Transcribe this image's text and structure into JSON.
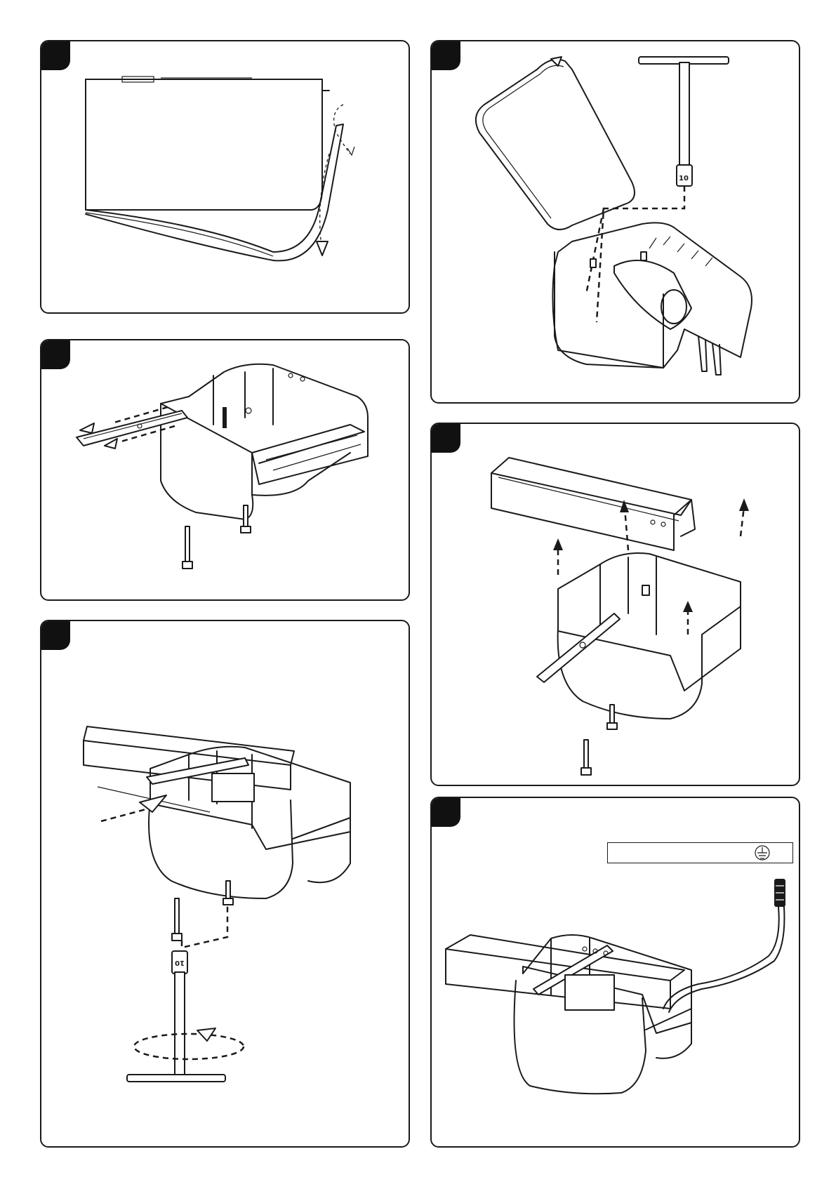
{
  "panels": [
    {
      "id": "cover-removal",
      "badge": ""
    },
    {
      "id": "cover-open-unscrew",
      "badge": ""
    },
    {
      "id": "bracket-slide-out",
      "badge": ""
    },
    {
      "id": "housing-lift-off",
      "badge": ""
    },
    {
      "id": "rail-fastening",
      "badge": ""
    },
    {
      "id": "power-cable-earth",
      "badge": ""
    }
  ],
  "tool_labels": {
    "wrench_top": "10",
    "wrench_bottom": "10"
  },
  "colors": {
    "ink": "#1a1a1a",
    "paper": "#ffffff",
    "badge": "#111111"
  },
  "icons": [
    "t-wrench-icon",
    "bolt-icon",
    "earth-ground-icon",
    "rotation-arrow-icon",
    "direction-arrow-icon"
  ]
}
